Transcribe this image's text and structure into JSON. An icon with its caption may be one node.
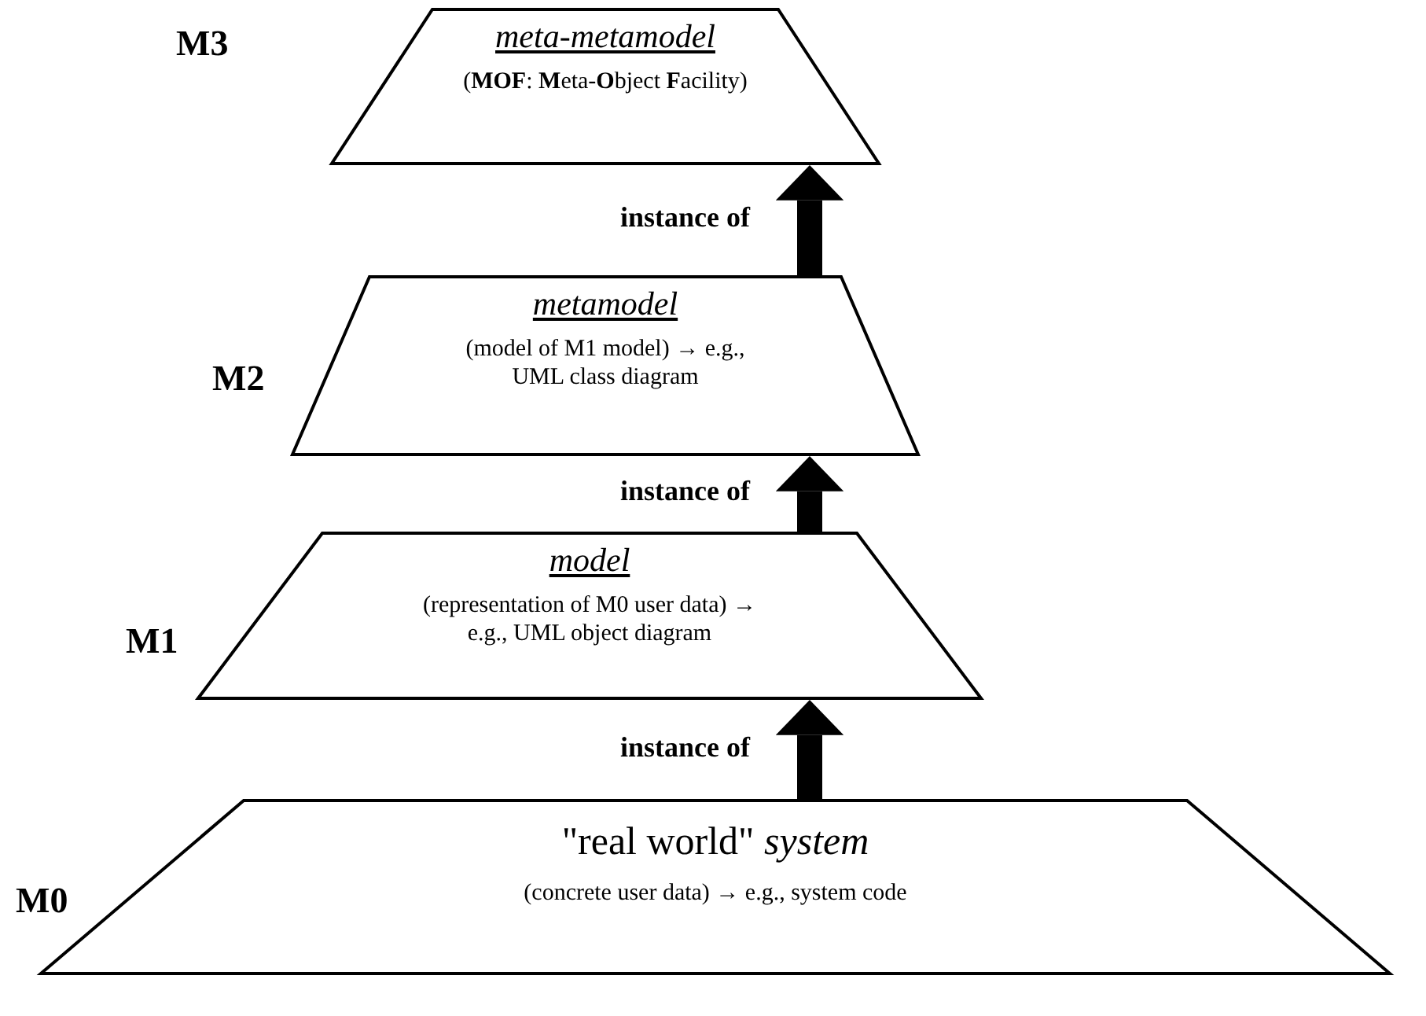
{
  "diagram": {
    "nodes": [
      {
        "text": [
          "meta-metamodel",
          "(**MOF**: **M**eta-**O**bject **F**acility)"
        ],
        "beside": [
          "M3"
        ]
      },
      {
        "text": [
          "metamodel",
          "(model of M1 model) → e.g., UML class diagram"
        ],
        "beside": [
          "M2"
        ]
      },
      {
        "text": [
          "model",
          "(representation of M0 user data) → e.g., UML object diagram"
        ],
        "beside": [
          "M1"
        ]
      },
      {
        "text": [
          "\"real world\" *system*",
          "(concrete user data) → e.g., system code"
        ],
        "beside": [
          "M0"
        ]
      }
    ],
    "edges": [
      {
        "from": 1,
        "to": 0,
        "arrow": "to",
        "label": "instance of"
      },
      {
        "from": 2,
        "to": 1,
        "arrow": "to",
        "label": "instance of"
      },
      {
        "from": 3,
        "to": 2,
        "arrow": "to",
        "label": "instance of"
      }
    ]
  }
}
